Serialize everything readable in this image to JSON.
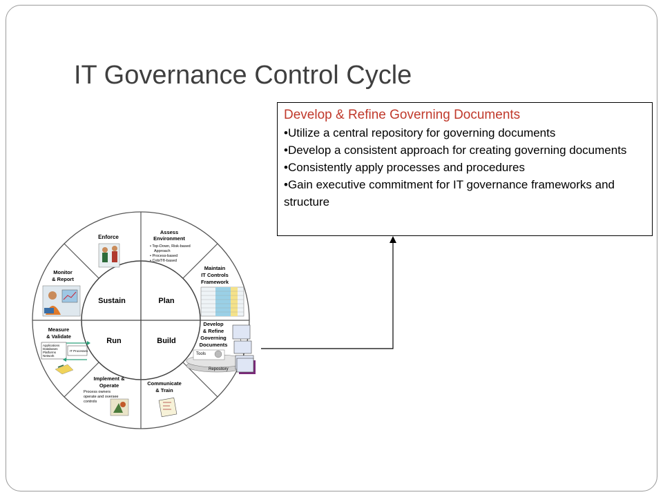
{
  "slide": {
    "title": "IT Governance Control Cycle"
  },
  "callout": {
    "heading": "Develop & Refine Governing Documents",
    "bullets": [
      "Utilize a central repository for governing documents",
      "Develop a consistent approach for creating governing documents",
      "Consistently apply processes and procedures",
      "Gain executive commitment for IT governance frameworks and structure"
    ]
  },
  "cycle": {
    "quadrants": {
      "sustain": "Sustain",
      "plan": "Plan",
      "run": "Run",
      "build": "Build"
    },
    "segments": {
      "enforce": "Enforce",
      "assess": [
        "Assess",
        "Environment"
      ],
      "assess_bullets": [
        "• Top-Down, Risk-based",
        "Approach",
        "• Process-based",
        "• CobiT®-based"
      ],
      "maintain": [
        "Maintain",
        "IT Controls",
        "Framework"
      ],
      "develop": [
        "Develop",
        "& Refine",
        "Governing",
        "Documents"
      ],
      "communicate": [
        "Communicate",
        "& Train"
      ],
      "implement": [
        "Implement &",
        "Operate"
      ],
      "implement_note": [
        "Process owners",
        "operate and oversee",
        "controls"
      ],
      "measure": [
        "Measure",
        "& Validate"
      ],
      "measure_boxes": [
        "Applications",
        "Databases",
        "Platforms",
        "Network"
      ],
      "it_processes": "IT Processes",
      "monitor": [
        "Monitor",
        "& Report"
      ]
    },
    "repository": {
      "tools": "Tools",
      "repository": "Repository"
    }
  }
}
